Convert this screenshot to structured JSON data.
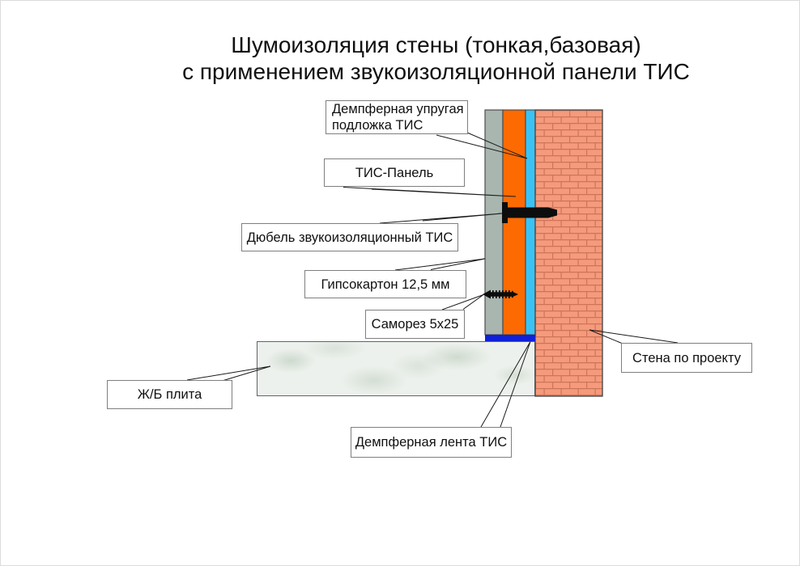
{
  "title": {
    "line1": "Шумоизоляция стены (тонкая,базовая)",
    "line2": "с применением звукоизоляционной панели ТИС"
  },
  "labels": {
    "underlay": "Демпферная упругая подложка ТИС",
    "panel": "ТИС-Панель",
    "dowel": "Дюбель звукоизоляционный ТИС",
    "gypsum": "Гипсокартон 12,5 мм",
    "screw": "Саморез 5х25",
    "wall": "Стена по проекту",
    "slab": "Ж/Б плита",
    "tape": "Демпферная лента ТИС"
  },
  "diagram": {
    "type": "wall-soundproofing-cross-section",
    "layers": [
      {
        "name": "gypsum-board",
        "label": "Гипсокартон 12,5 мм",
        "color": "#a9b6b0"
      },
      {
        "name": "tis-panel",
        "label": "ТИС-Панель",
        "color": "#fd6a02"
      },
      {
        "name": "damper-underlay-tis",
        "label": "Демпферная упругая подложка ТИС",
        "color": "#3bc2f5"
      },
      {
        "name": "project-wall-brick",
        "label": "Стена по проекту",
        "color": "#f59a7c",
        "mortar_color": "#cd7557"
      },
      {
        "name": "damper-tape-tis",
        "label": "Демпферная лента ТИС",
        "color": "#1021d8"
      },
      {
        "name": "concrete-slab",
        "label": "Ж/Б плита",
        "color": "#edf1ed"
      }
    ],
    "fasteners": [
      {
        "name": "sound-insulating-dowel-tis",
        "label": "Дюбель звукоизоляционный ТИС",
        "color": "#0d0d0d"
      },
      {
        "name": "self-tapping-screw-5x25",
        "label": "Саморез 5х25",
        "color": "#0d0d0d"
      }
    ],
    "outline_color": "#4d4d4d",
    "leader_line_color": "#1a1a1a"
  }
}
